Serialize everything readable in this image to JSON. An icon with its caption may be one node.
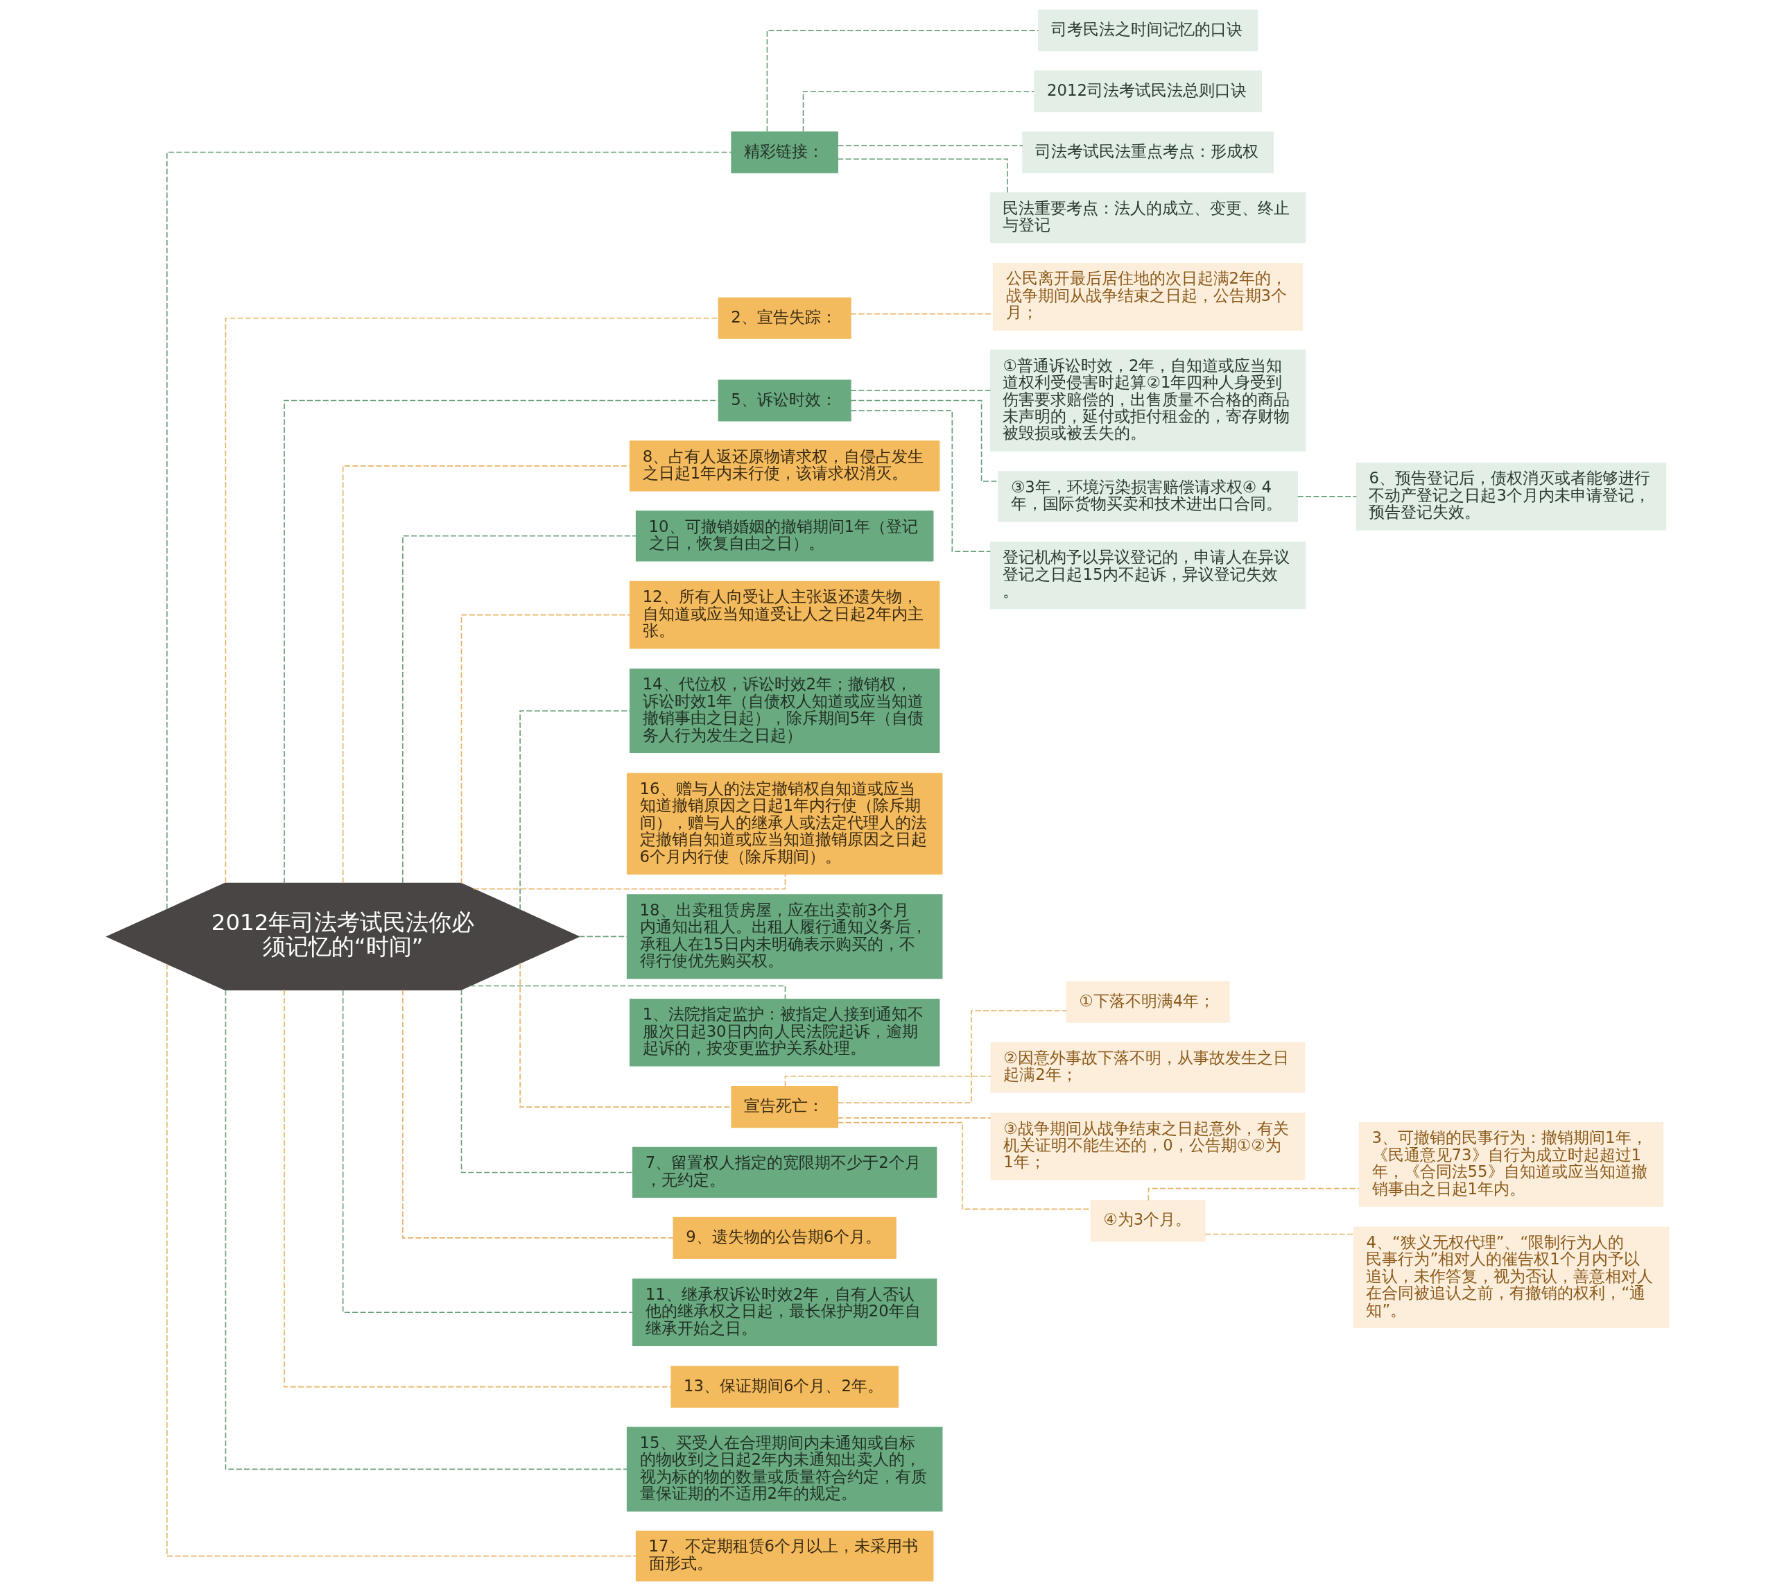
{
  "diagram": {
    "nodes": [
      {
        "text": [
          "2012年司法考试民法你必须记忆的“时间”"
        ]
      },
      {
        "text": [
          "精彩链接："
        ]
      },
      {
        "text": [
          "司考民法之时间记忆的口诀"
        ]
      },
      {
        "text": [
          "2012司法考试民法总则口诀"
        ]
      },
      {
        "text": [
          "司法考试民法重点考点：形成权"
        ]
      },
      {
        "text": [
          "民法重要考点：法人的成立、变更、终止与登记"
        ]
      },
      {
        "text": [
          "2、宣告失踪："
        ]
      },
      {
        "text": [
          "公民离开最后居住地的次日起满2年的，战争期间从战争结束之日起，公告期3个月；"
        ]
      },
      {
        "text": [
          "5、诉讼时效："
        ]
      },
      {
        "text": [
          "①普通诉讼时效，2年，自知道或应当知道权利受侵害时起算②1年四种人身受到伤害要求赔偿的，出售质量不合格的商品未声明的，延付或拒付租金的，寄存财物被毁损或被丢失的。"
        ]
      },
      {
        "text": [
          "③3年，环境污染损害赔偿请求权④ 4年，国际货物买卖和技术进出口合同。"
        ]
      },
      {
        "text": [
          "6、预告登记后，债权消灭或者能够进行不动产登记之日起3个月内未申请登记，预告登记失效。"
        ]
      },
      {
        "text": [
          "登记机构予以异议登记的，申请人在异议登记之日起15内不起诉，异议登记失效。"
        ]
      },
      {
        "text": [
          "8、占有人返还原物请求权，自侵占发生之日起1年内未行使，该请求权消灭。"
        ]
      },
      {
        "text": [
          "10、可撤销婚姻的撤销期间1年（登记之日，恢复自由之日）。"
        ]
      },
      {
        "text": [
          "12、所有人向受让人主张返还遗失物，自知道或应当知道受让人之日起2年内主张。"
        ]
      },
      {
        "text": [
          "14、代位权，诉讼时效2年；撤销权，诉讼时效1年（自债权人知道或应当知道撤销事由之日起），除斥期间5年（自债务人行为发生之日起）"
        ]
      },
      {
        "text": [
          "16、赠与人的法定撤销权自知道或应当知道撤销原因之日起1年内行使（除斥期间），赠与人的继承人或法定代理人的法定撤销自知道或应当知道撤销原因之日起6个月内行使（除斥期间）。"
        ]
      },
      {
        "text": [
          "18、出卖租赁房屋，应在出卖前3个月内通知出租人。出租人履行通知义务后，承租人在15日内未明确表示购买的，不得行使优先购买权。"
        ]
      },
      {
        "text": [
          "1、法院指定监护：被指定人接到通知不服次日起30日内向人民法院起诉，逾期起诉的，按变更监护关系处理。"
        ]
      },
      {
        "text": [
          "宣告死亡："
        ]
      },
      {
        "text": [
          "①下落不明满4年；"
        ]
      },
      {
        "text": [
          "②因意外事故下落不明，从事故发生之日起满2年；"
        ]
      },
      {
        "text": [
          "③战争期间从战争结束之日起意外，有关机关证明不能生还的，0，公告期①②为1年；"
        ]
      },
      {
        "text": [
          "④为3个月。"
        ]
      },
      {
        "text": [
          "3、可撤销的民事行为：撤销期间1年，《民通意见73》自行为成立时起超过1年，《合同法55》自知道或应当知道撤销事由之日起1年内。"
        ]
      },
      {
        "text": [
          "4、“狭义无权代理”、“限制行为人的民事行为”相对人的催告权1个月内予以追认，未作答复，视为否认，善意相对人在合同被追认之前，有撤销的权利，“通知”。"
        ]
      },
      {
        "text": [
          "7、留置权人指定的宽限期不少于2个月，无约定。"
        ]
      },
      {
        "text": [
          "9、遗失物的公告期6个月。"
        ]
      },
      {
        "text": [
          "11、继承权诉讼时效2年，自有人否认他的继承权之日起，最长保护期20年自继承开始之日。"
        ]
      },
      {
        "text": [
          "13、保证期间6个月、2年。"
        ]
      },
      {
        "text": [
          "15、买受人在合理期间内未通知或自标的物收到之日起2年内未通知出卖人的，视为标的物的数量或质量符合约定，有质量保证期的不适用2年的规定。"
        ]
      },
      {
        "text": [
          "17、不定期租赁6个月以上，未采用书面形式。"
        ]
      }
    ],
    "edges": [
      {
        "from": 0,
        "to": 1,
        "arrow": "none",
        "style": "dashed",
        "color": "#6a9e7a"
      },
      {
        "from": 1,
        "to": 2,
        "arrow": "none",
        "style": "dashed",
        "color": "#6a9e7a"
      },
      {
        "from": 1,
        "to": 3,
        "arrow": "none",
        "style": "dashed",
        "color": "#6a9e7a"
      },
      {
        "from": 1,
        "to": 4,
        "arrow": "none",
        "style": "dashed",
        "color": "#6a9e7a"
      },
      {
        "from": 1,
        "to": 5,
        "arrow": "none",
        "style": "dashed",
        "color": "#6a9e7a"
      },
      {
        "from": 0,
        "to": 6,
        "arrow": "none",
        "style": "dashed",
        "color": "#e8b266"
      },
      {
        "from": 6,
        "to": 7,
        "arrow": "none",
        "style": "dashed",
        "color": "#e8b266"
      },
      {
        "from": 0,
        "to": 8,
        "arrow": "none",
        "style": "dashed",
        "color": "#6a9e7a"
      },
      {
        "from": 8,
        "to": 9,
        "arrow": "none",
        "style": "dashed",
        "color": "#6a9e7a"
      },
      {
        "from": 8,
        "to": 10,
        "arrow": "none",
        "style": "dashed",
        "color": "#6a9e7a"
      },
      {
        "from": 10,
        "to": 11,
        "arrow": "none",
        "style": "dashed",
        "color": "#6a9e7a"
      },
      {
        "from": 8,
        "to": 12,
        "arrow": "none",
        "style": "dashed",
        "color": "#6a9e7a"
      },
      {
        "from": 0,
        "to": 13,
        "arrow": "none",
        "style": "dashed",
        "color": "#e8b266"
      },
      {
        "from": 0,
        "to": 14,
        "arrow": "none",
        "style": "dashed",
        "color": "#6a9e7a"
      },
      {
        "from": 0,
        "to": 15,
        "arrow": "none",
        "style": "dashed",
        "color": "#e8b266"
      },
      {
        "from": 0,
        "to": 16,
        "arrow": "none",
        "style": "dashed",
        "color": "#6a9e7a"
      },
      {
        "from": 0,
        "to": 17,
        "arrow": "none",
        "style": "dashed",
        "color": "#e8b266"
      },
      {
        "from": 0,
        "to": 18,
        "arrow": "none",
        "style": "dashed",
        "color": "#6a9e7a"
      },
      {
        "from": 0,
        "to": 19,
        "arrow": "none",
        "style": "dashed",
        "color": "#6a9e7a"
      },
      {
        "from": 0,
        "to": 20,
        "arrow": "none",
        "style": "dashed",
        "color": "#e8b266"
      },
      {
        "from": 20,
        "to": 21,
        "arrow": "none",
        "style": "dashed",
        "color": "#e8b266"
      },
      {
        "from": 20,
        "to": 22,
        "arrow": "none",
        "style": "dashed",
        "color": "#e8b266"
      },
      {
        "from": 20,
        "to": 23,
        "arrow": "none",
        "style": "dashed",
        "color": "#e8b266"
      },
      {
        "from": 20,
        "to": 24,
        "arrow": "none",
        "style": "dashed",
        "color": "#e8b266"
      },
      {
        "from": 24,
        "to": 25,
        "arrow": "none",
        "style": "dashed",
        "color": "#e8b266"
      },
      {
        "from": 24,
        "to": 26,
        "arrow": "none",
        "style": "dashed",
        "color": "#e8b266"
      },
      {
        "from": 0,
        "to": 27,
        "arrow": "none",
        "style": "dashed",
        "color": "#6a9e7a"
      },
      {
        "from": 0,
        "to": 28,
        "arrow": "none",
        "style": "dashed",
        "color": "#e8b266"
      },
      {
        "from": 0,
        "to": 29,
        "arrow": "none",
        "style": "dashed",
        "color": "#6a9e7a"
      },
      {
        "from": 0,
        "to": 30,
        "arrow": "none",
        "style": "dashed",
        "color": "#e8b266"
      },
      {
        "from": 0,
        "to": 31,
        "arrow": "none",
        "style": "dashed",
        "color": "#6a9e7a"
      },
      {
        "from": 0,
        "to": 32,
        "arrow": "none",
        "style": "dashed",
        "color": "#e8b266"
      }
    ]
  }
}
